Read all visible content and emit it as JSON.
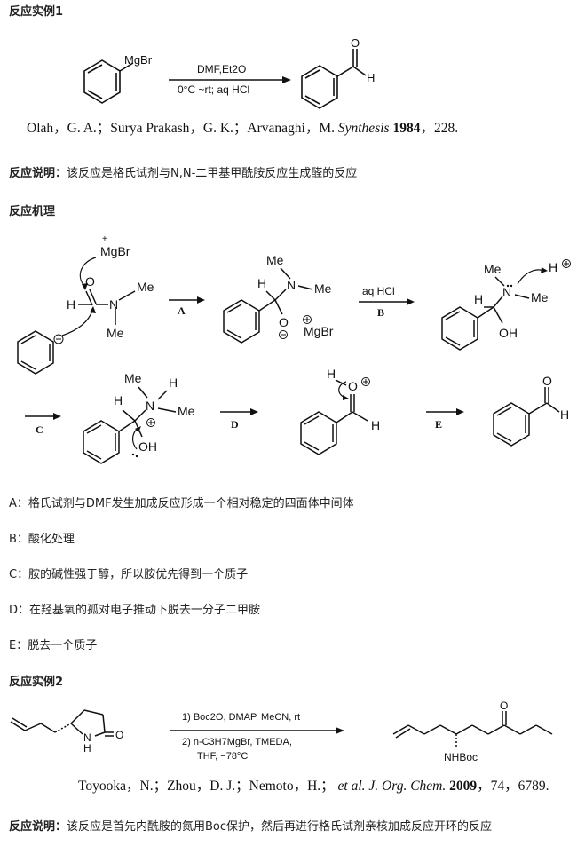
{
  "example1": {
    "heading": "反应实例1",
    "reactant": "MgBr",
    "conditions_top": "DMF,Et2O",
    "conditions_bottom": "0°C ~rt; aq HCl",
    "product_h": "H",
    "product_o": "O",
    "reference": {
      "authors": "Olah，G. A.；Surya Prakash，G. K.；Arvanaghi，M.",
      "journal": "Synthesis",
      "year": "1984",
      "pages": "，228."
    },
    "note_label": "反应说明：",
    "note_text": "该反应是格氏试剂与N,N-二甲基甲酰胺反应生成醛的反应"
  },
  "mechanism": {
    "heading": "反应机理",
    "step_labels": [
      "A",
      "B",
      "C",
      "D",
      "E"
    ],
    "aq_hcl": "aq HCl",
    "labels": {
      "mgbr": "MgBr",
      "me": "Me",
      "n": "N",
      "o": "O",
      "h": "H",
      "oh": "OH",
      "h_plus": "H",
      "plus": "+",
      "minus": "−"
    },
    "explanations": [
      "A：格氏试剂与DMF发生加成反应形成一个相对稳定的四面体中间体",
      "B：酸化处理",
      "C：胺的碱性强于醇，所以胺优先得到一个质子",
      "D：在羟基氧的孤对电子推动下脱去一分子二甲胺",
      "E：脱去一个质子"
    ]
  },
  "example2": {
    "heading": "反应实例2",
    "conditions_1": "1) Boc2O, DMAP, MeCN, rt",
    "conditions_2": "2) n-C3H7MgBr, TMEDA,",
    "conditions_3": "THF, −78°C",
    "reactant_h": "H",
    "reactant_n": "N",
    "reactant_o": "O",
    "product_o": "O",
    "product_nhboc": "NHBoc",
    "reference": {
      "authors": "Toyooka，N.；Zhou，D. J.；Nemoto，H.；",
      "etal": "et al",
      "journal": ". J. Org. Chem.",
      "year": "2009",
      "pages": "，74，6789."
    },
    "note_label": "反应说明：",
    "note_text": "该反应是首先内酰胺的氮用Boc保护，然后再进行格氏试剂亲核加成反应开环的反应"
  }
}
